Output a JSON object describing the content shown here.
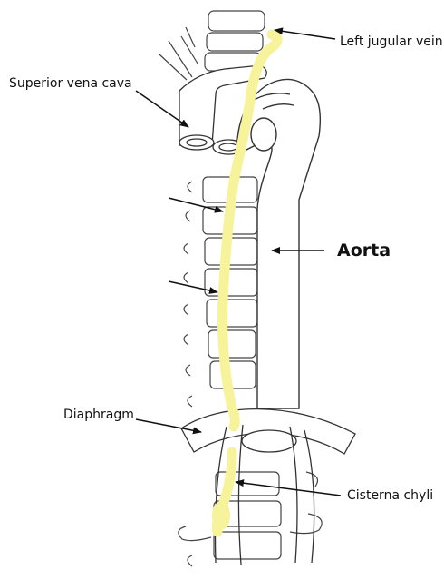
{
  "labels": {
    "left_jugular_vein": "Left jugular vein",
    "superior_vena_cava": "Superior vena cava",
    "aorta": "Aorta",
    "diaphragm": "Diaphragm",
    "cisterna_chyli": "Cisterna chyli"
  },
  "colors": {
    "thoracic_duct": "#f7f39a",
    "ink": "#333333",
    "background": "#ffffff"
  }
}
